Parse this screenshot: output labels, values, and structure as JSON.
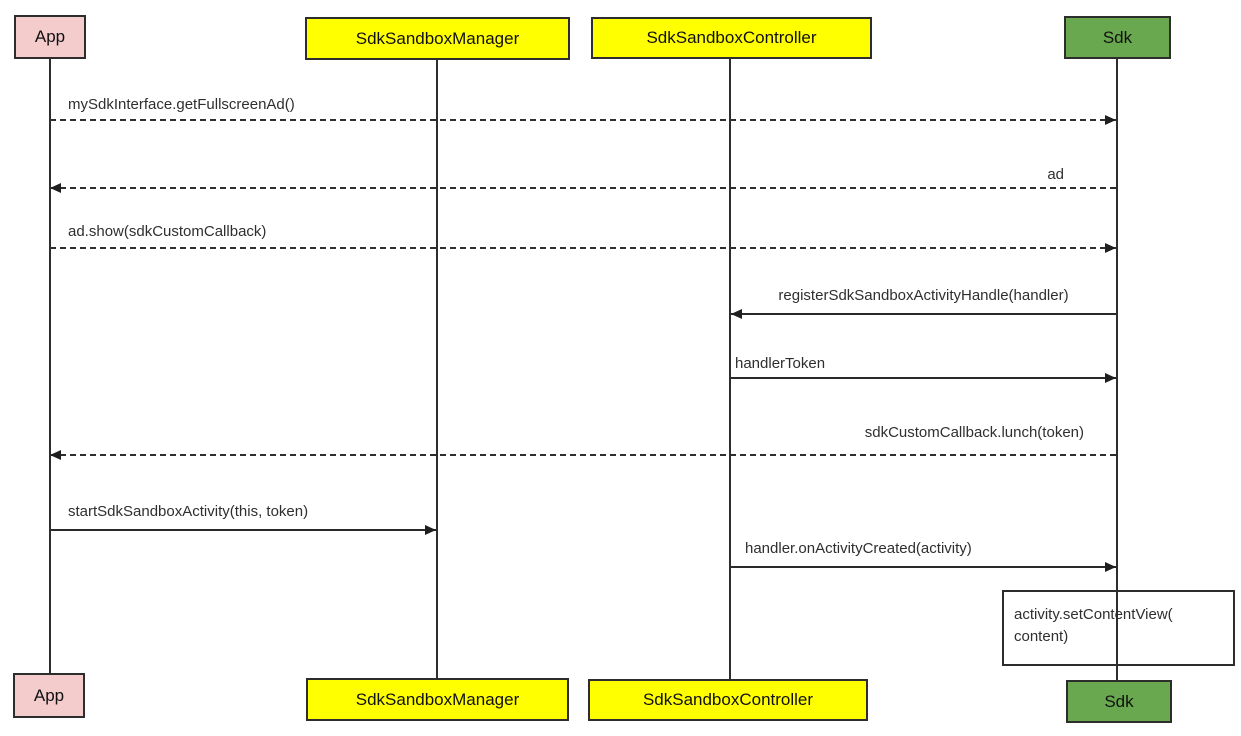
{
  "diagram": {
    "type": "sequence-diagram",
    "actors": [
      {
        "name": "App",
        "color": "#f4cccc"
      },
      {
        "name": "SdkSandboxManager",
        "color": "#ffff00"
      },
      {
        "name": "SdkSandboxController",
        "color": "#ffff00"
      },
      {
        "name": "Sdk",
        "color": "#6aa84f"
      }
    ],
    "messages": [
      {
        "label": "mySdkInterface.getFullscreenAd()",
        "from": "App",
        "to": "Sdk",
        "line": "dashed"
      },
      {
        "label": "ad",
        "from": "Sdk",
        "to": "App",
        "line": "dashed"
      },
      {
        "label": "ad.show(sdkCustomCallback)",
        "from": "App",
        "to": "Sdk",
        "line": "dashed"
      },
      {
        "label": "registerSdkSandboxActivityHandle(handler)",
        "from": "Sdk",
        "to": "SdkSandboxController",
        "line": "solid"
      },
      {
        "label": "handlerToken",
        "from": "SdkSandboxController",
        "to": "Sdk",
        "line": "solid"
      },
      {
        "label": "sdkCustomCallback.lunch(token)",
        "from": "Sdk",
        "to": "App",
        "line": "dashed"
      },
      {
        "label": "startSdkSandboxActivity(this, token)",
        "from": "App",
        "to": "SdkSandboxManager",
        "line": "solid"
      },
      {
        "label": "handler.onActivityCreated(activity)",
        "from": "SdkSandboxController",
        "to": "Sdk",
        "line": "solid"
      }
    ],
    "note": {
      "lines": [
        "activity.setContentView(",
        "content)"
      ]
    },
    "colors": {
      "line": "#2e2e2e",
      "box_border": "#2d2d2d",
      "text": "#2f2f2f",
      "background": "#ffffff"
    }
  }
}
